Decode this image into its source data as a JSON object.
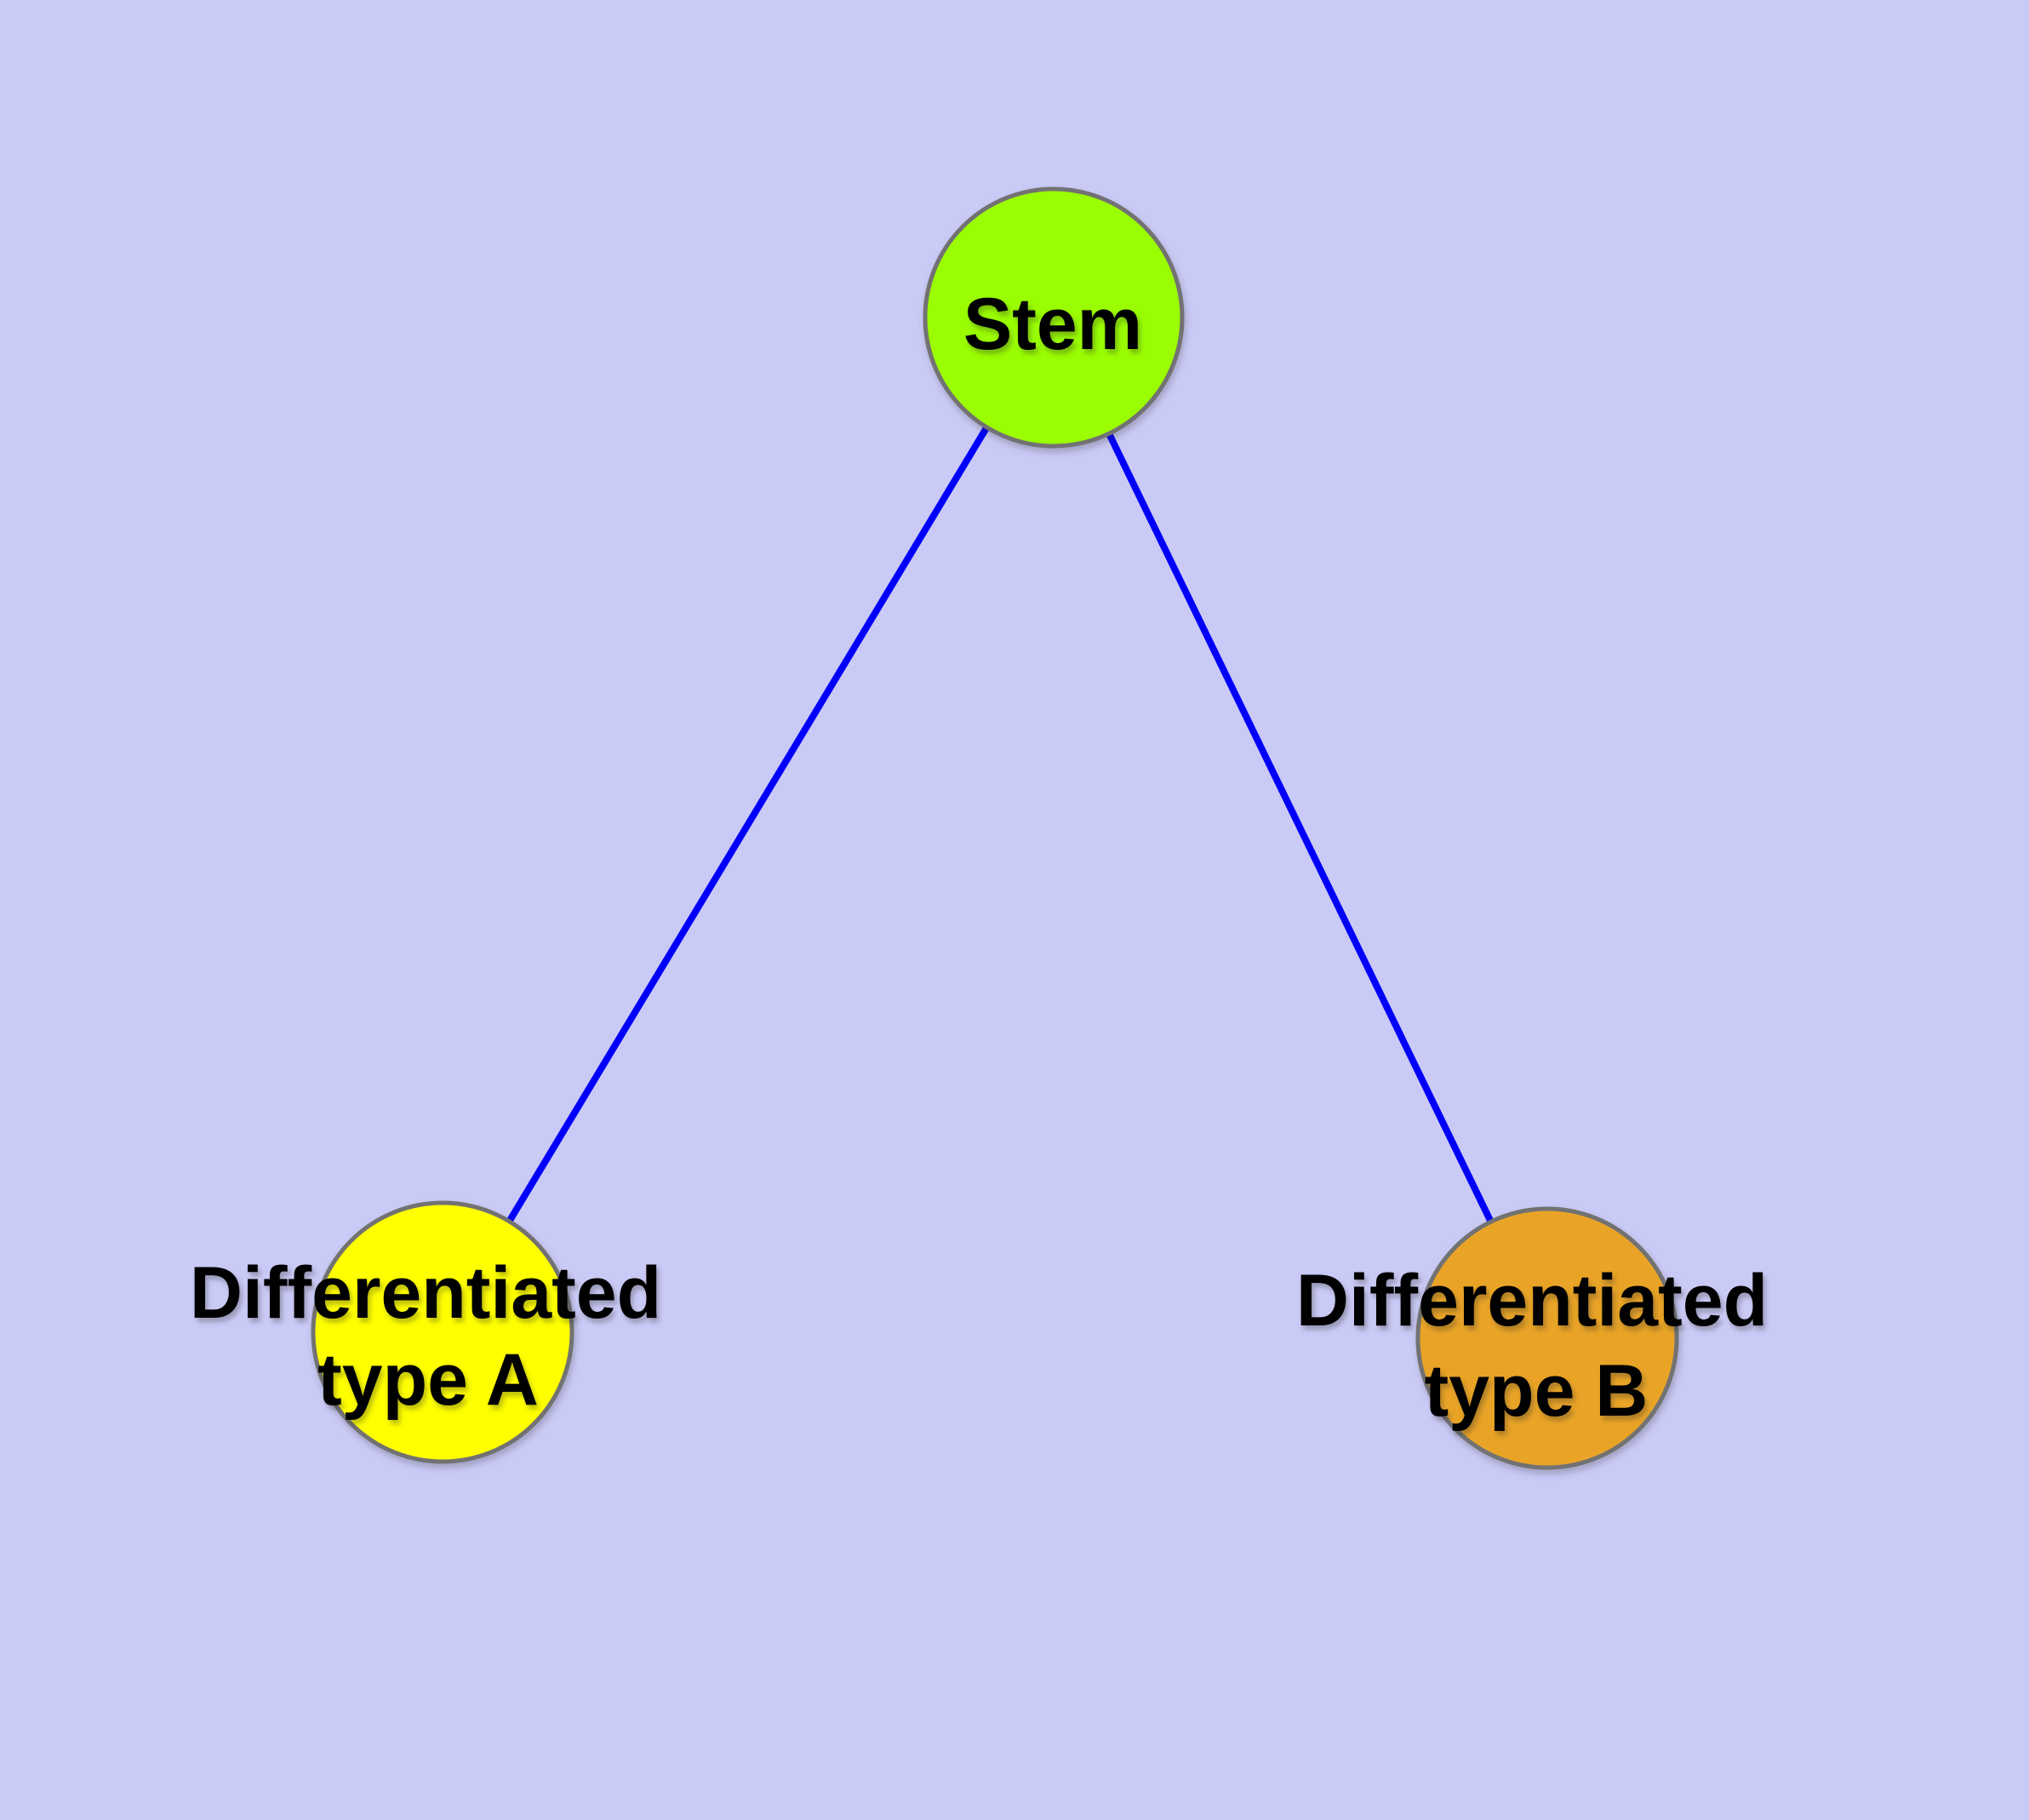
{
  "colors": {
    "background": "#CACAF6",
    "node_border": "#727272",
    "edge": "#0000FA",
    "label": "#000000"
  },
  "nodes": {
    "stem": {
      "label": "Stem",
      "fill": "#9AFD02"
    },
    "type_a": {
      "label_line1": "Differentiated",
      "label_line2": "type A",
      "fill": "#FFFF00"
    },
    "type_b": {
      "label_line1": "Differentiated",
      "label_line2": "type B",
      "fill": "#E9A427"
    }
  },
  "edges": {
    "stem_to_a": "stem → type A",
    "stem_to_b": "stem → type B"
  }
}
